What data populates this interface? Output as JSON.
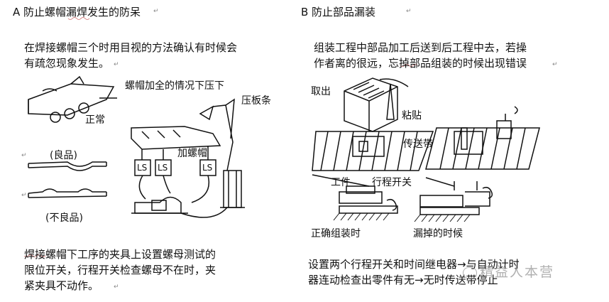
{
  "left": {
    "title": "A  防止螺帽漏焊发生的防呆",
    "intro_line1": "在焊接螺帽三个时用目视的方法确认有时候会",
    "intro_line2": "有疏忽现象发生。",
    "label_top": "螺帽加全的情况下压下",
    "label_plate": "压板条",
    "label_normal": "正常",
    "label_good": "(良品)",
    "label_nut": "加螺帽",
    "label_bad": "(不良品)",
    "ls": "LS",
    "foot_line1": "焊接螺帽下工序的夹具上设置螺母测试的",
    "foot_line2": "限位开关，行程开关检查螺母不在时，夹",
    "foot_line3": "紧夹具不动作。"
  },
  "right": {
    "title": "B  防止部品漏装",
    "intro_line1": "组装工程中部品加工后送到后工程中去，若操",
    "intro_line2": "作者离的很远，忘掉部品组装的时候出现错误",
    "label_take": "取出",
    "label_paste": "粘贴",
    "label_conveyor": "传送带",
    "label_work": "工件",
    "label_switch": "行程开关",
    "label_correct": "正确组装时",
    "label_missing": "漏掉的时候",
    "foot_line1": "设置两个行程开关和时间继电器→与自动计时",
    "foot_line2": "器连动检查出零件有无→无时传送带停止"
  },
  "watermark": "精益人本营",
  "return_mark": "↵"
}
